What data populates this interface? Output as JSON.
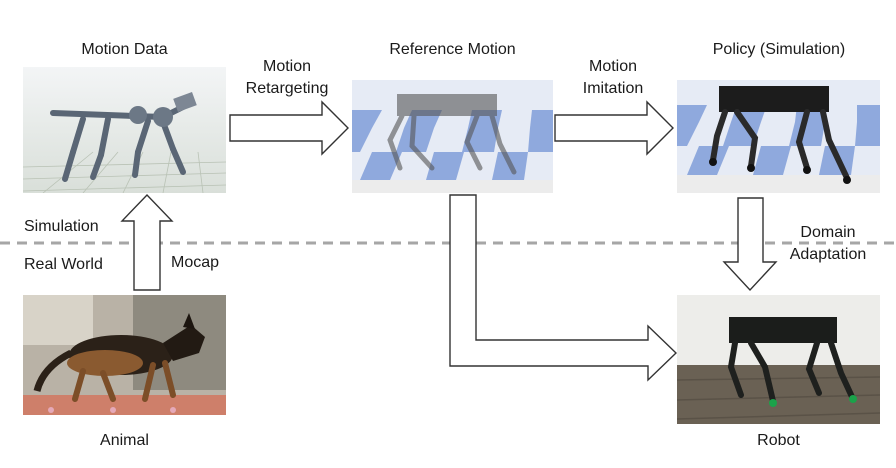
{
  "labels": {
    "motion_data": "Motion Data",
    "reference_motion": "Reference Motion",
    "policy_simulation": "Policy (Simulation)",
    "motion_retargeting_line1": "Motion",
    "motion_retargeting_line2": "Retargeting",
    "motion_imitation_line1": "Motion",
    "motion_imitation_line2": "Imitation",
    "simulation": "Simulation",
    "real_world": "Real World",
    "mocap": "Mocap",
    "domain_line1": "Domain",
    "domain_line2": "Adaptation",
    "animal": "Animal",
    "robot": "Robot"
  },
  "images": {
    "motion_data": "mocap skeleton of a quadruped walking on a grid floor",
    "reference_motion": "translucent gray quadruped robot on a blue checkerboard floor",
    "policy_simulation": "black quadruped robot walking on a blue checkerboard floor",
    "animal": "german shepherd dog walking on a treadmill",
    "robot": "real black quadruped robot standing on a wooden floor"
  },
  "colors": {
    "text": "#1a1a1a",
    "arrow_stroke": "#333333",
    "arrow_fill": "#ffffff",
    "divider": "#a6a6a6",
    "checker_blue": "#8fa9dd",
    "checker_light": "#e6ebf5"
  }
}
